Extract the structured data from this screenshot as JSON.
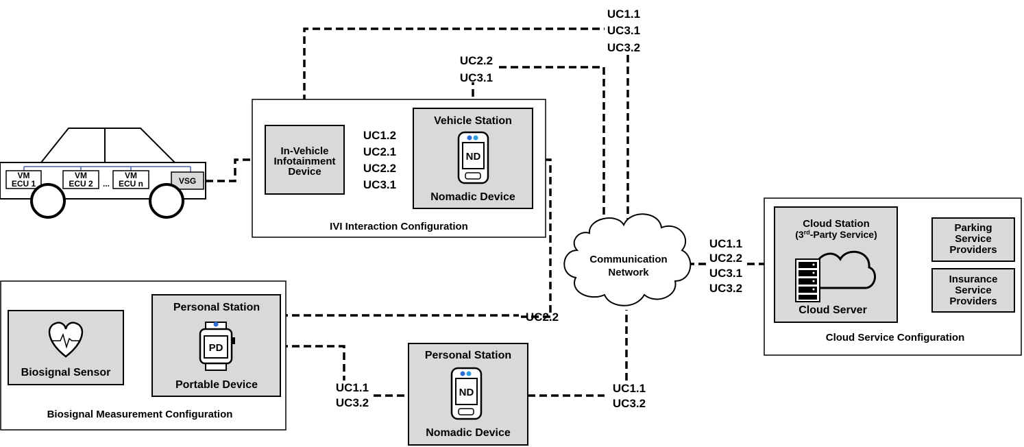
{
  "car": {
    "ecus": [
      {
        "line1": "VM",
        "line2": "ECU 1"
      },
      {
        "line1": "VM",
        "line2": "ECU 2"
      },
      {
        "line1": "VM",
        "line2": "ECU n"
      }
    ],
    "ellipsis": "...",
    "vsg": "VSG"
  },
  "ivi_config": {
    "label": "IVI Interaction Configuration",
    "ivi_device": [
      "In-Vehicle",
      "Infotainment",
      "Device"
    ],
    "vehicle_station": {
      "title": "Vehicle Station",
      "device_label": "Nomadic Device",
      "screen": "ND"
    }
  },
  "biosignal_config": {
    "label": "Biosignal Measurement Configuration",
    "sensor": "Biosignal Sensor",
    "personal_station": {
      "title": "Personal Station",
      "device_label": "Portable Device",
      "screen": "PD"
    }
  },
  "personal_station_nd": {
    "title": "Personal Station",
    "device_label": "Nomadic Device",
    "screen": "ND"
  },
  "network": [
    "Communication",
    "Network"
  ],
  "cloud_config": {
    "label": "Cloud Service Configuration",
    "station_title": "Cloud Station",
    "station_sub_pre": "(3",
    "station_sub_sup": "rd",
    "station_sub_post": "-Party Service)",
    "server": "Cloud Server",
    "parking": [
      "Parking",
      "Service",
      "Providers"
    ],
    "insurance": [
      "Insurance",
      "Service",
      "Providers"
    ]
  },
  "use_cases": {
    "top": [
      "UC1.1",
      "UC3.1",
      "UC3.2"
    ],
    "vs_top": [
      "UC2.2",
      "UC3.1"
    ],
    "ivi_vs": [
      "UC1.2",
      "UC2.1",
      "UC2.2",
      "UC3.1"
    ],
    "cloud_link": [
      "UC1.1",
      "UC2.2",
      "UC3.1",
      "UC3.2"
    ],
    "biosignal_link": [
      "UC2.2"
    ],
    "pd_nd": [
      "UC1.1",
      "UC3.2"
    ],
    "nd_network": [
      "UC1.1",
      "UC3.2"
    ]
  }
}
